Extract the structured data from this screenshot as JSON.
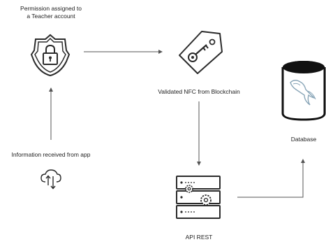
{
  "nodes": {
    "permission": {
      "label_line1": "Permission assigned to",
      "label_line2": "a Teacher account",
      "icon": "shield-lock-icon"
    },
    "nfc": {
      "label": "Validated NFC from Blockchain",
      "icon": "key-tag-icon"
    },
    "database": {
      "label": "Database",
      "icon": "database-mysql-icon"
    },
    "app": {
      "label": "Information received from app",
      "icon": "cloud-sync-icon"
    },
    "api": {
      "label": "API REST",
      "icon": "server-gears-icon"
    }
  },
  "colors": {
    "line": "#555555",
    "icon_stroke": "#2b2b2b"
  }
}
